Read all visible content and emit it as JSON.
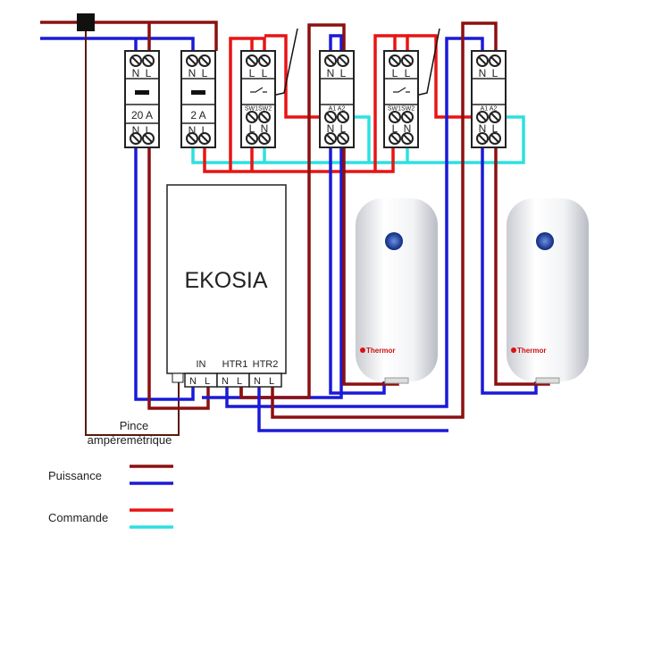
{
  "modules": [
    {
      "type": "breaker",
      "top": [
        "N",
        "L"
      ],
      "rating": "20 A",
      "bottom": [
        "N",
        "L"
      ]
    },
    {
      "type": "breaker",
      "top": [
        "N",
        "L"
      ],
      "rating": "2 A",
      "bottom": [
        "N",
        "L"
      ]
    },
    {
      "type": "relay",
      "top": [
        "L",
        "L"
      ],
      "mid": "SW1SW2",
      "bottom": [
        "L",
        "N"
      ]
    },
    {
      "type": "contactor",
      "top": [
        "N",
        "L"
      ],
      "mid": "A1 A2",
      "bottom": [
        "N",
        "L"
      ]
    },
    {
      "type": "relay",
      "top": [
        "L",
        "L"
      ],
      "mid": "SW1SW2",
      "bottom": [
        "L",
        "N"
      ]
    },
    {
      "type": "contactor",
      "top": [
        "N",
        "L"
      ],
      "mid": "A1 A2",
      "bottom": [
        "N",
        "L"
      ]
    }
  ],
  "controller": {
    "name": "EKOSIA",
    "groups": [
      "IN",
      "HTR1",
      "HTR2"
    ],
    "terminals": [
      "N",
      "L",
      "N",
      "L",
      "N",
      "L"
    ]
  },
  "heaters": [
    {
      "brand": "Thermor"
    },
    {
      "brand": "Thermor"
    }
  ],
  "clamp_label": [
    "Pince",
    "ampèremétrique"
  ],
  "legend": [
    {
      "label": "Puissance",
      "colors": [
        "#8b1010",
        "#1a1ad8"
      ]
    },
    {
      "label": "Commande",
      "colors": [
        "#e81414",
        "#2de0e0"
      ]
    }
  ],
  "colors": {
    "power_l": "#8b1010",
    "power_n": "#1a1ad8",
    "cmd_l": "#e81414",
    "cmd_n": "#2de0e0"
  }
}
